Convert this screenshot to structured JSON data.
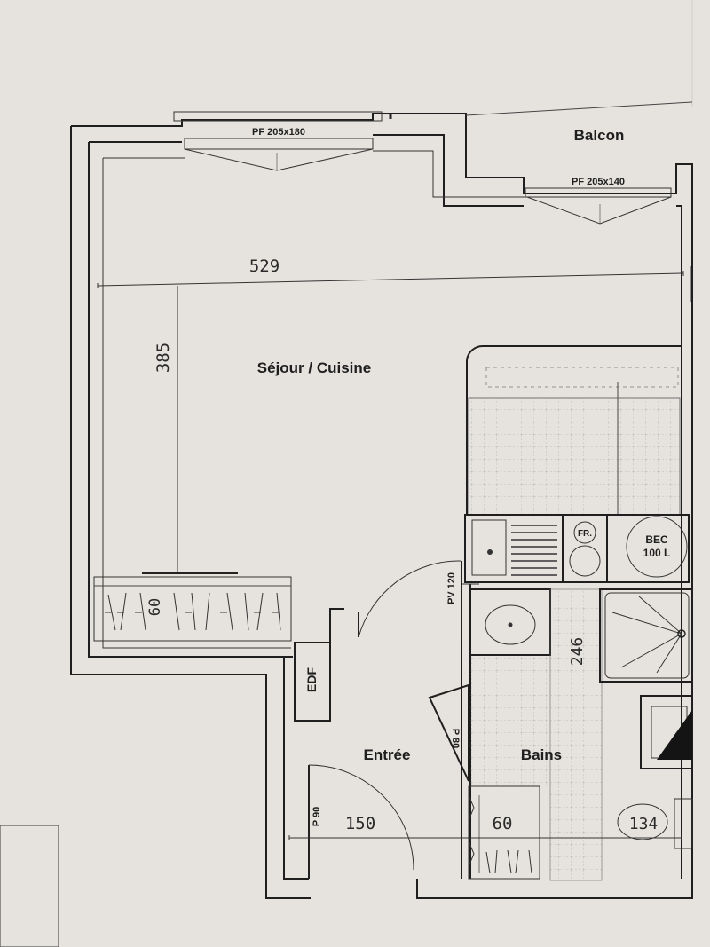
{
  "rooms": {
    "sejour": "Séjour / Cuisine",
    "balcon": "Balcon",
    "entree": "Entrée",
    "bains": "Bains"
  },
  "openings": {
    "pf_main": "PF 205x180",
    "pf_balcon": "PF 205x140",
    "pv": "PV 120",
    "p80": "P 80",
    "p90": "P 90"
  },
  "fixtures": {
    "fridge": "FR.",
    "boiler_line1": "BEC",
    "boiler_line2": "100 L",
    "meter": "EDF"
  },
  "dimensions": {
    "width_sejour": "529",
    "depth_sejour": "385",
    "closet_depth": "60",
    "bath_length": "246",
    "entree_width": "150",
    "bath_closet": "60",
    "wc": "134"
  },
  "colors": {
    "paper": "#e6e3de",
    "ink": "#1f1f1f"
  }
}
